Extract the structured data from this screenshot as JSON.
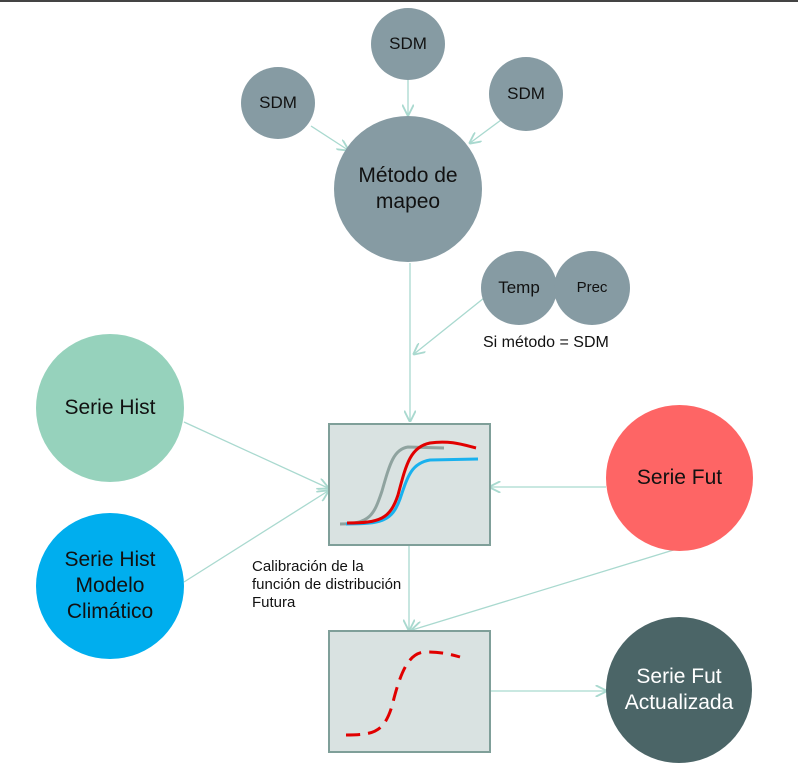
{
  "nodes": {
    "sdm_top": "SDM",
    "sdm_left": "SDM",
    "sdm_right": "SDM",
    "metodo": "Método de mapeo",
    "temp": "Temp",
    "prec": "Prec",
    "serie_hist": "Serie Hist",
    "serie_hist_modelo": "Serie Hist Modelo Climático",
    "serie_fut": "Serie Fut",
    "serie_fut_act": "Serie Fut Actualizada"
  },
  "labels": {
    "si_metodo": "Si método = SDM",
    "calibracion": "Calibración de la función de distribución Futura"
  },
  "colors": {
    "gray_node": "#869ba3",
    "hist_node": "#96d2bc",
    "model_node": "#00aeee",
    "fut_node": "#fe6565",
    "act_node": "#4b6567",
    "arrow": "#a9d9cf",
    "box_fill": "#d9e2e1",
    "box_border": "#7f9f99",
    "curve_gray": "#8fa39f",
    "curve_blue": "#19b1ee",
    "curve_red": "#e10000"
  }
}
